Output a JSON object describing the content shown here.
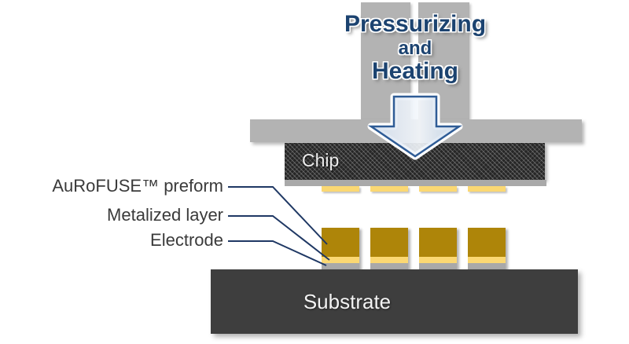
{
  "title": {
    "line1": "Pressurizing",
    "line2": "and",
    "line3": "Heating"
  },
  "chip": {
    "label": "Chip"
  },
  "substrate": {
    "label": "Substrate"
  },
  "callouts": [
    {
      "label": "AuRoFUSE™ preform"
    },
    {
      "label": "Metalized layer"
    },
    {
      "label": "Electrode"
    }
  ],
  "icons": {
    "arrow": "down-arrow-icon"
  },
  "colors": {
    "press_gray": "#b3b3b3",
    "chip_dark": "#262626",
    "substrate_dark": "#3e3e3e",
    "preform_gold": "#ae8509",
    "metalized_yellow": "#fbd873",
    "electrode_gray": "#a9a9a9",
    "title_navy": "#1c4370",
    "line_navy": "#1f3864",
    "arrow_border": "#2f5c96",
    "label_dark": "#3a3a3a"
  }
}
